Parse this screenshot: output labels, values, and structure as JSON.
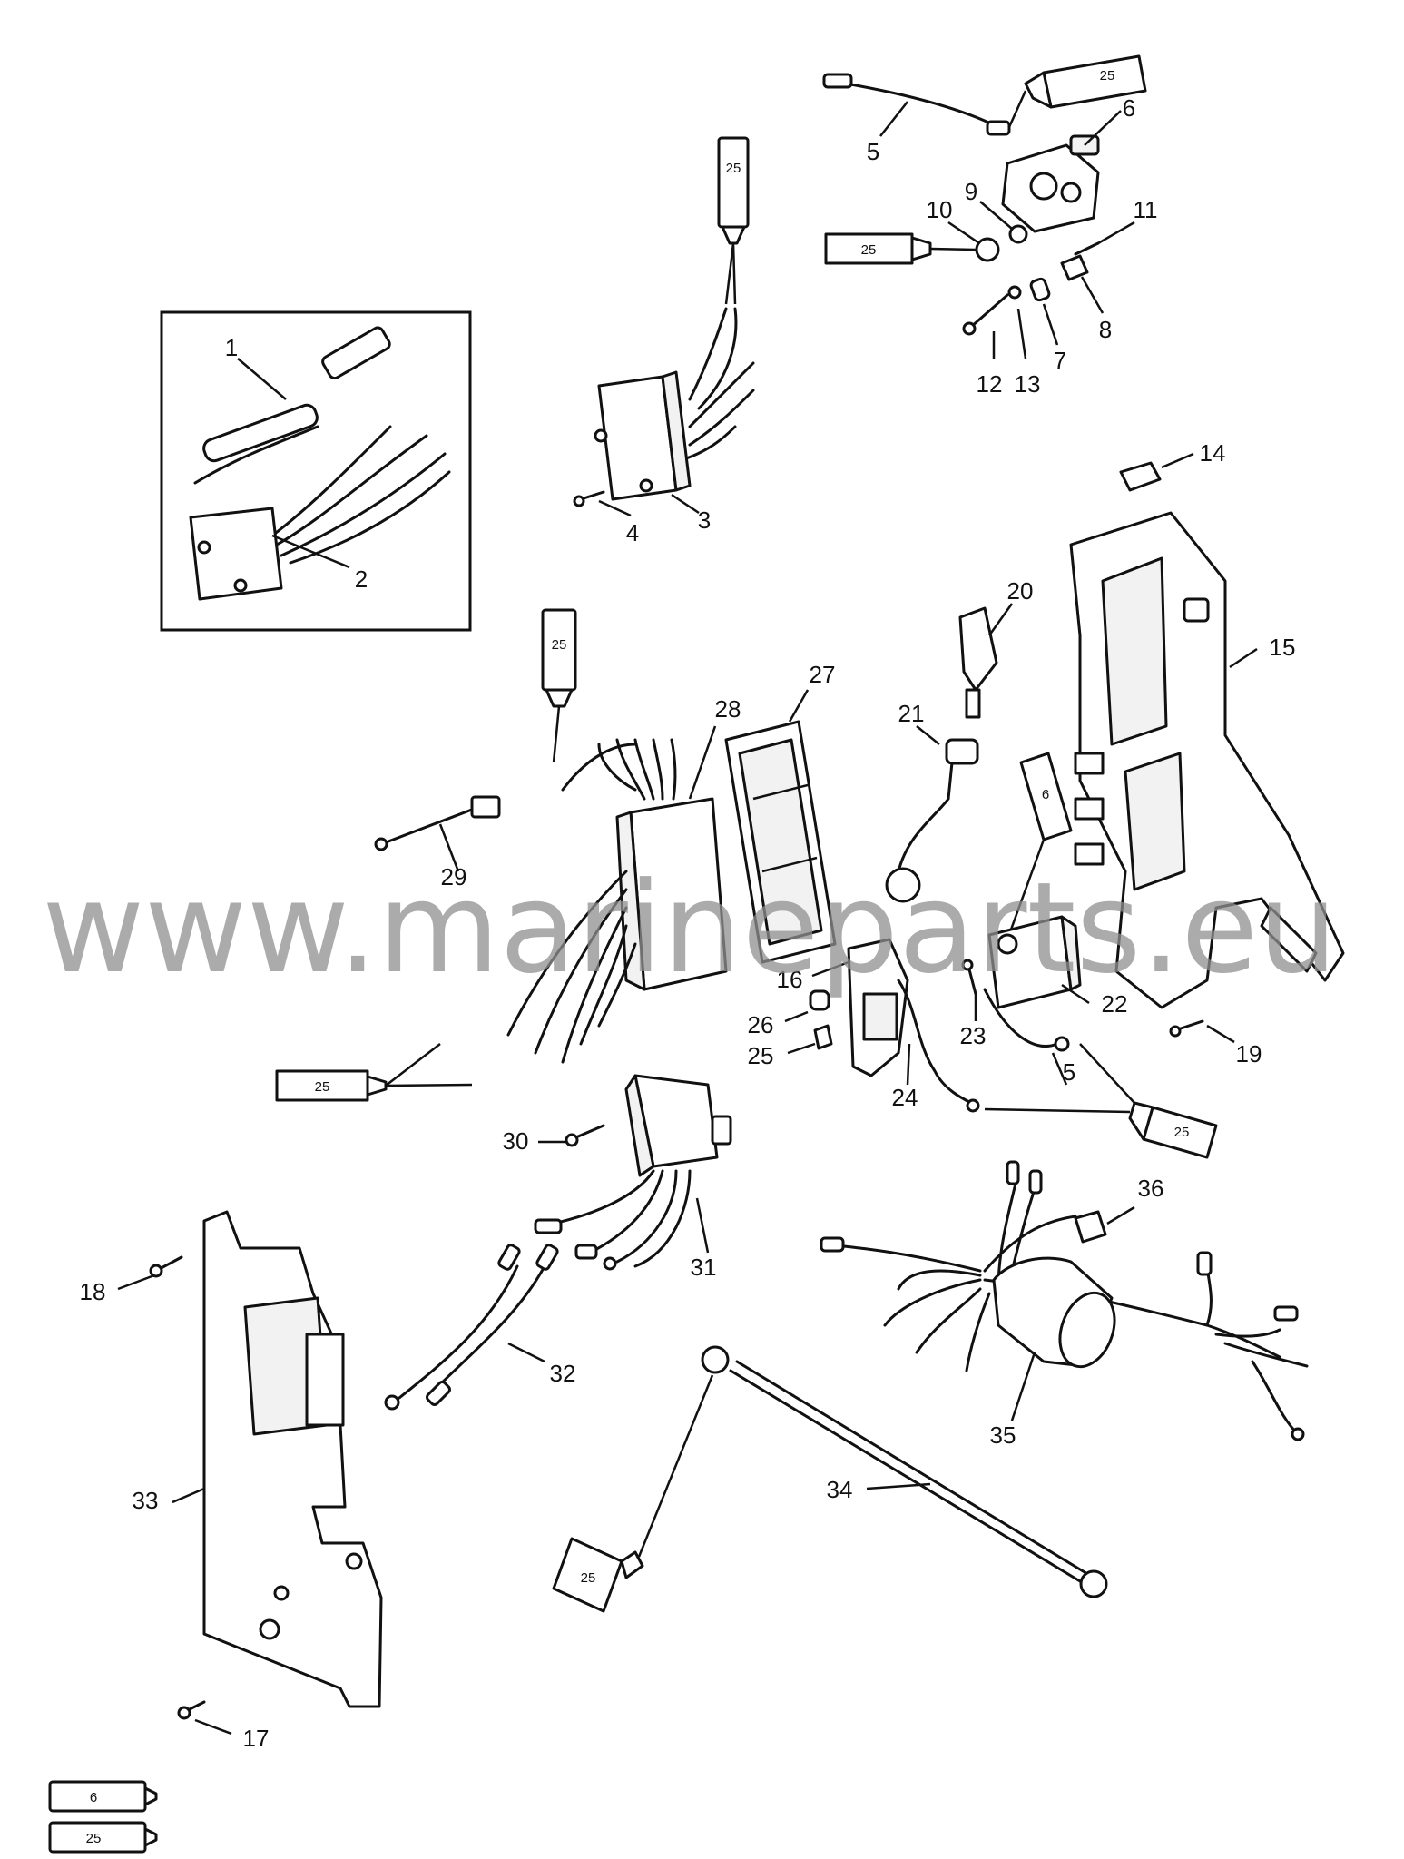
{
  "watermark": "www.marineparts.eu",
  "callouts": {
    "c1": "1",
    "c2": "2",
    "c3": "3",
    "c4": "4",
    "c5a": "5",
    "c5b": "5",
    "c6": "6",
    "c7": "7",
    "c8": "8",
    "c9": "9",
    "c10": "10",
    "c11": "11",
    "c12": "12",
    "c13": "13",
    "c14": "14",
    "c15": "15",
    "c16": "16",
    "c17": "17",
    "c18": "18",
    "c19": "19",
    "c20": "20",
    "c21": "21",
    "c22": "22",
    "c23": "23",
    "c24": "24",
    "c25": "25",
    "c26": "26",
    "c27": "27",
    "c28": "28",
    "c29": "29",
    "c30": "30",
    "c31": "31",
    "c32": "32",
    "c33": "33",
    "c34": "34",
    "c35": "35",
    "c36": "36"
  },
  "tube_labels": {
    "t_top_right": "25",
    "t_solenoid": "25",
    "t_stator_top": "25",
    "t_switchbox_top": "25",
    "t_left_mid": "25",
    "t_coil": "6",
    "t_coil_lower": "25",
    "t_battery": "25",
    "legend_6": "6",
    "legend_25": "25"
  }
}
